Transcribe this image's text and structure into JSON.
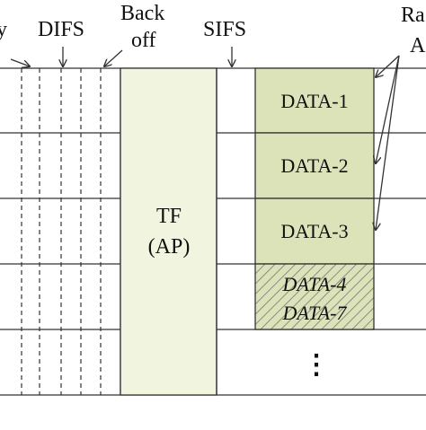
{
  "labels": {
    "y_fragment": "y",
    "difs": "DIFS",
    "backoff_line1": "Back",
    "backoff_line2": "off",
    "sifs": "SIFS",
    "ra_fragment_line1": "Ra",
    "ra_fragment_line2": "A"
  },
  "trigger_frame": {
    "line1": "TF",
    "line2": "(AP)"
  },
  "data_blocks": [
    {
      "label": "DATA-1"
    },
    {
      "label": "DATA-2"
    },
    {
      "label": "DATA-3"
    }
  ],
  "collision_block": {
    "line1": "DATA-4",
    "line2": "DATA-7"
  },
  "more_indicator": "⋮",
  "colors": {
    "tf_fill": "#f1f5e0",
    "data_fill": "#dde3b8",
    "hatch_stroke": "#8a8a8a",
    "line": "#333333"
  }
}
